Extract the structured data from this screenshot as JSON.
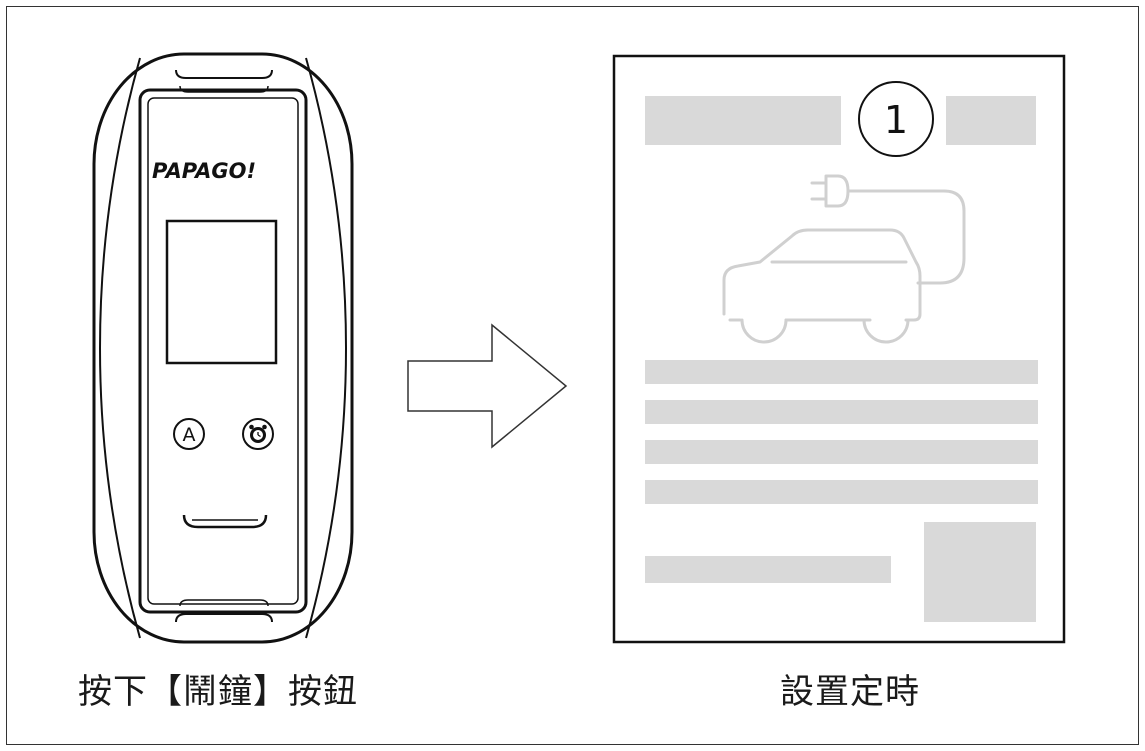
{
  "device": {
    "brand": "PAPAGO!",
    "button_a_label": "A",
    "alarm_button_icon": "alarm-clock-icon"
  },
  "arrow": {
    "direction": "right"
  },
  "document": {
    "step_number": "1",
    "illustration_icon": "ev-car-charging-icon"
  },
  "captions": {
    "left": "按下【鬧鐘】按鈕",
    "right": "設置定時"
  },
  "colors": {
    "stroke": "#111111",
    "placeholder_gray": "#d9d9d9",
    "illustration_gray": "#d0d0d0",
    "frame_border": "#333333"
  }
}
